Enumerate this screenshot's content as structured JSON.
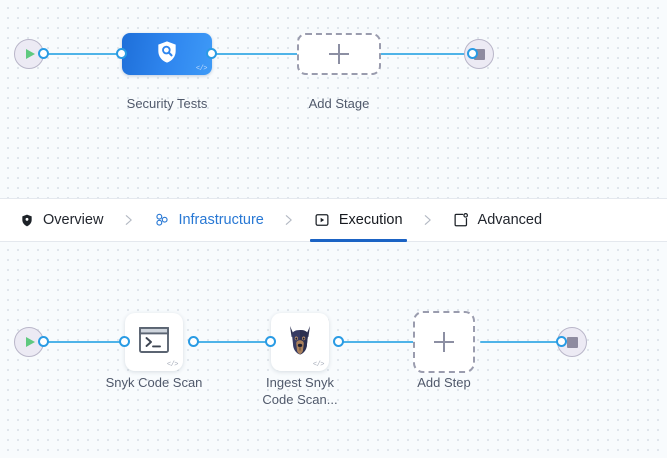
{
  "stage_graph": {
    "start_node": {
      "name": "start-node",
      "icon": "play-icon"
    },
    "end_node": {
      "name": "end-node",
      "icon": "stop-icon"
    },
    "nodes": [
      {
        "id": "security-tests",
        "label": "Security Tests",
        "icon": "shield-magnifier-icon",
        "code_badge": "</>",
        "type": "stage"
      },
      {
        "id": "add-stage",
        "label": "Add Stage",
        "icon": "plus-icon",
        "type": "add"
      }
    ]
  },
  "tabs": [
    {
      "id": "overview",
      "label": "Overview",
      "icon": "shield-icon",
      "state": "default"
    },
    {
      "id": "infrastructure",
      "label": "Infrastructure",
      "icon": "cluster-icon",
      "state": "link"
    },
    {
      "id": "execution",
      "label": "Execution",
      "icon": "play-square-icon",
      "state": "active"
    },
    {
      "id": "advanced",
      "label": "Advanced",
      "icon": "square-gear-icon",
      "state": "default"
    }
  ],
  "tab_separator_icon": "chevron-right-icon",
  "execution_graph": {
    "start_node": {
      "name": "start-node",
      "icon": "play-icon"
    },
    "end_node": {
      "name": "end-node",
      "icon": "stop-icon"
    },
    "nodes": [
      {
        "id": "snyk-code-scan",
        "label": "Snyk Code Scan",
        "icon": "terminal-icon",
        "code_badge": "</>",
        "type": "step"
      },
      {
        "id": "ingest-snyk-code-scan",
        "label": "Ingest Snyk\nCode Scan...",
        "icon": "doberman-dog-icon",
        "code_badge": "</>",
        "type": "step"
      },
      {
        "id": "add-step",
        "label": "Add Step",
        "icon": "plus-icon",
        "type": "add"
      }
    ]
  },
  "colors": {
    "edge": "#4EB3E8",
    "port_border": "#299BE4",
    "accent_blue": "#1b63c4",
    "link_blue": "#2878d4",
    "stage_gradient_from": "#1e6fd9",
    "stage_gradient_to": "#3e9af7",
    "play_green": "#5fc97f",
    "stop_gray": "#8e8ba0",
    "canvas_bg": "#f8fbfd",
    "dot_grid": "#d7dee6",
    "caption_text": "#50596b"
  }
}
